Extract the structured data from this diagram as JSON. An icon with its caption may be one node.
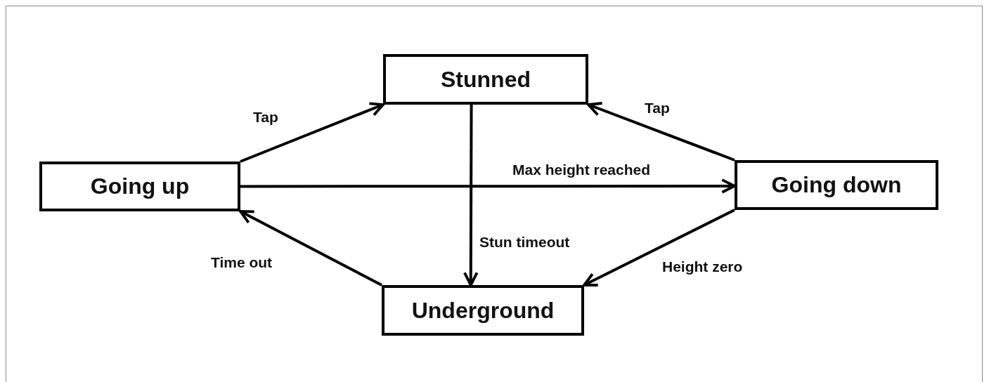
{
  "diagram": {
    "nodes": [
      {
        "text": [
          "Going up"
        ]
      },
      {
        "text": [
          "Stunned"
        ]
      },
      {
        "text": [
          "Going down"
        ]
      },
      {
        "text": [
          "Underground"
        ]
      }
    ],
    "edges": [
      {
        "from": 0,
        "to": 1,
        "arrow": "to",
        "label": "Tap"
      },
      {
        "from": 2,
        "to": 1,
        "arrow": "to",
        "label": "Tap"
      },
      {
        "from": 0,
        "to": 2,
        "arrow": "to",
        "label": "Max height reached"
      },
      {
        "from": 1,
        "to": 3,
        "arrow": "to",
        "label": "Stun timeout"
      },
      {
        "from": 2,
        "to": 3,
        "arrow": "to",
        "label": "Height zero"
      },
      {
        "from": 3,
        "to": 0,
        "arrow": "to",
        "label": "Time out"
      }
    ]
  }
}
